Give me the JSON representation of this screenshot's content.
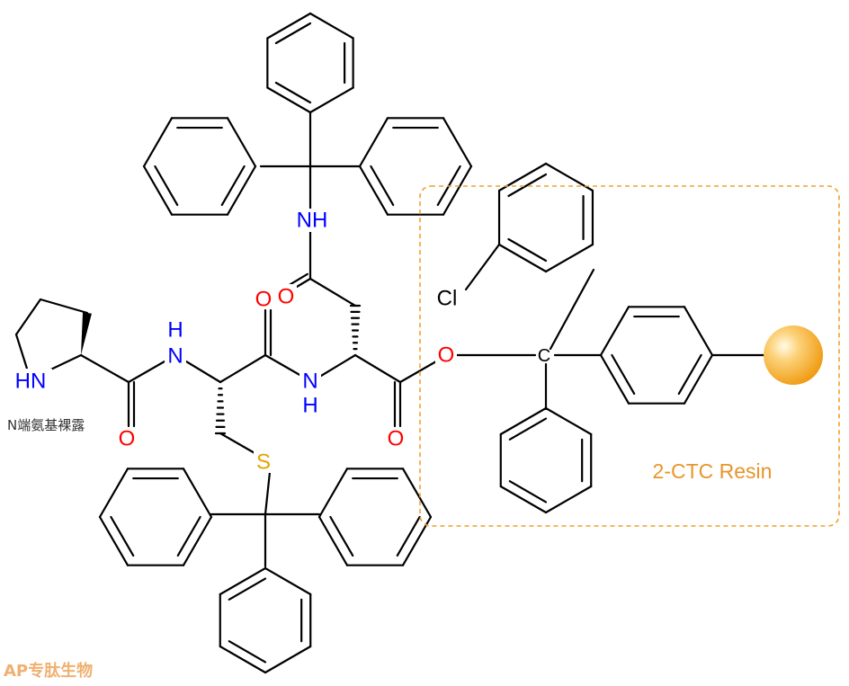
{
  "atoms": {
    "pro_n": "HN",
    "pro_o": "O",
    "nh1_n": "N",
    "nh1_h": "H",
    "cys_o": "O",
    "nh2_n": "N",
    "nh2_h": "H",
    "s": "S",
    "asn_side_o": "O",
    "asn_nh": "NH",
    "ester_o_dbl": "O",
    "ester_o": "O",
    "resin_c": "C",
    "cl": "Cl"
  },
  "annotations": {
    "n_terminal_note": "N端氨基裸露",
    "resin_label": "2-CTC Resin",
    "watermark": "AP专肽生物"
  },
  "colors": {
    "nitrogen": "#0000ff",
    "oxygen": "#ff0000",
    "sulfur": "#e8a000",
    "resin_box": "#f0a030",
    "bead": "#f5a020"
  }
}
